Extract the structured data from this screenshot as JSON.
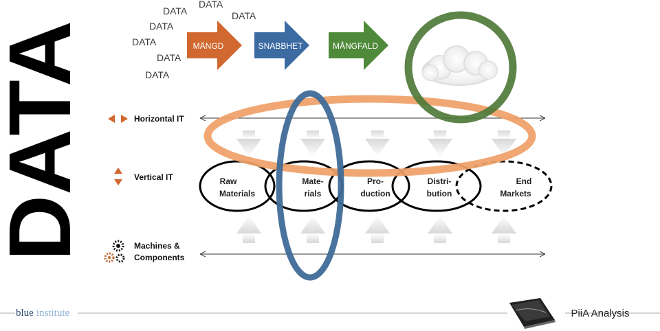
{
  "big_title": "DATA",
  "data_words": [
    "DATA",
    "DATA",
    "DATA",
    "DATA",
    "DATA",
    "DATA",
    "DATA"
  ],
  "arrows": [
    {
      "label": "MÄNGD",
      "color": "#d0682f"
    },
    {
      "label": "SNABBHET",
      "color": "#3c6ba2"
    },
    {
      "label": "MÅNGFALD",
      "color": "#4f8a3a"
    }
  ],
  "rows": {
    "horizontal": "Horizontal IT",
    "vertical": "Vertical IT",
    "machines_line1": "Machines &",
    "machines_line2": "Components"
  },
  "nodes": [
    {
      "line1": "Raw",
      "line2": "Materials"
    },
    {
      "line1": "Mate-",
      "line2": "rials"
    },
    {
      "line1": "Pro-",
      "line2": "duction"
    },
    {
      "line1": "Distri-",
      "line2": "bution"
    },
    {
      "line1": "End",
      "line2": "Markets"
    }
  ],
  "colors": {
    "orange_ring": "#f0a068",
    "blue_ring": "#3f6b98",
    "green_ring": "#4f7a3a",
    "brand_dark": "#2e4a72",
    "brand_light": "#8fb2d6"
  },
  "footer": {
    "brand_part1": "blue",
    "brand_part2": "institute",
    "right_label": "PiiA Analysis"
  }
}
